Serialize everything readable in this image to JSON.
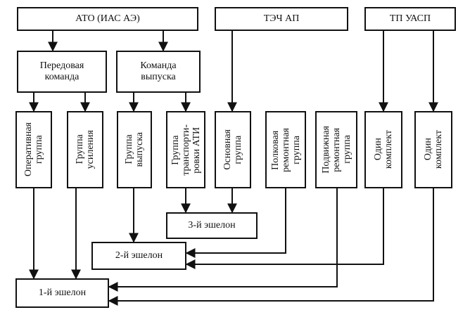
{
  "top": {
    "ato": "АТО (ИАС АЭ)",
    "tech": "ТЭЧ АП",
    "tp": "ТП УАСП"
  },
  "mid": {
    "forward_team": "Передовая\nкоманда",
    "release_team": "Команда\nвыпуска"
  },
  "groups": {
    "operative": "Оперативная\nгруппа",
    "reinforcement": "Группа\nусиления",
    "release": "Группа\nвыпуска",
    "transport": "Группа\nтранспорти-\nровки АТИ",
    "main": "Основная\nгруппа",
    "regimental": "Полковая\nремонтная\nгруппа",
    "mobile": "Подвижная\nремонтная\nгруппа",
    "kit1": "Один\nкомплект",
    "kit2": "Один\nкомплект"
  },
  "echelons": {
    "third": "3-й эшелон",
    "second": "2-й эшелон",
    "first": "1-й эшелон"
  }
}
